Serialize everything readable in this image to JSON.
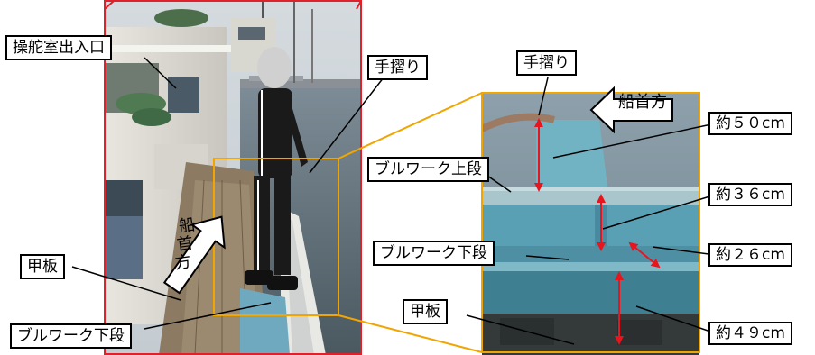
{
  "labels": {
    "wheelhouse_entrance": "操舵室出入口",
    "handrail_left": "手摺り",
    "deck_left": "甲板",
    "bulwark_lower_left": "ブルワーク下段",
    "bow_direction_vertical": [
      "船",
      "首",
      "方"
    ],
    "handrail_right": "手摺り",
    "bow_direction_right": "船首方",
    "bulwark_upper": "ブルワーク上段",
    "bulwark_lower_right": "ブルワーク下段",
    "deck_right": "甲板"
  },
  "measurements": {
    "m50": "約５０cm",
    "m36": "約３６cm",
    "m26": "約２６cm",
    "m49": "約４９cm"
  },
  "colors": {
    "frame_red": "#e0202a",
    "frame_orange": "#f0a500",
    "arrow_red": "#e8141e"
  }
}
